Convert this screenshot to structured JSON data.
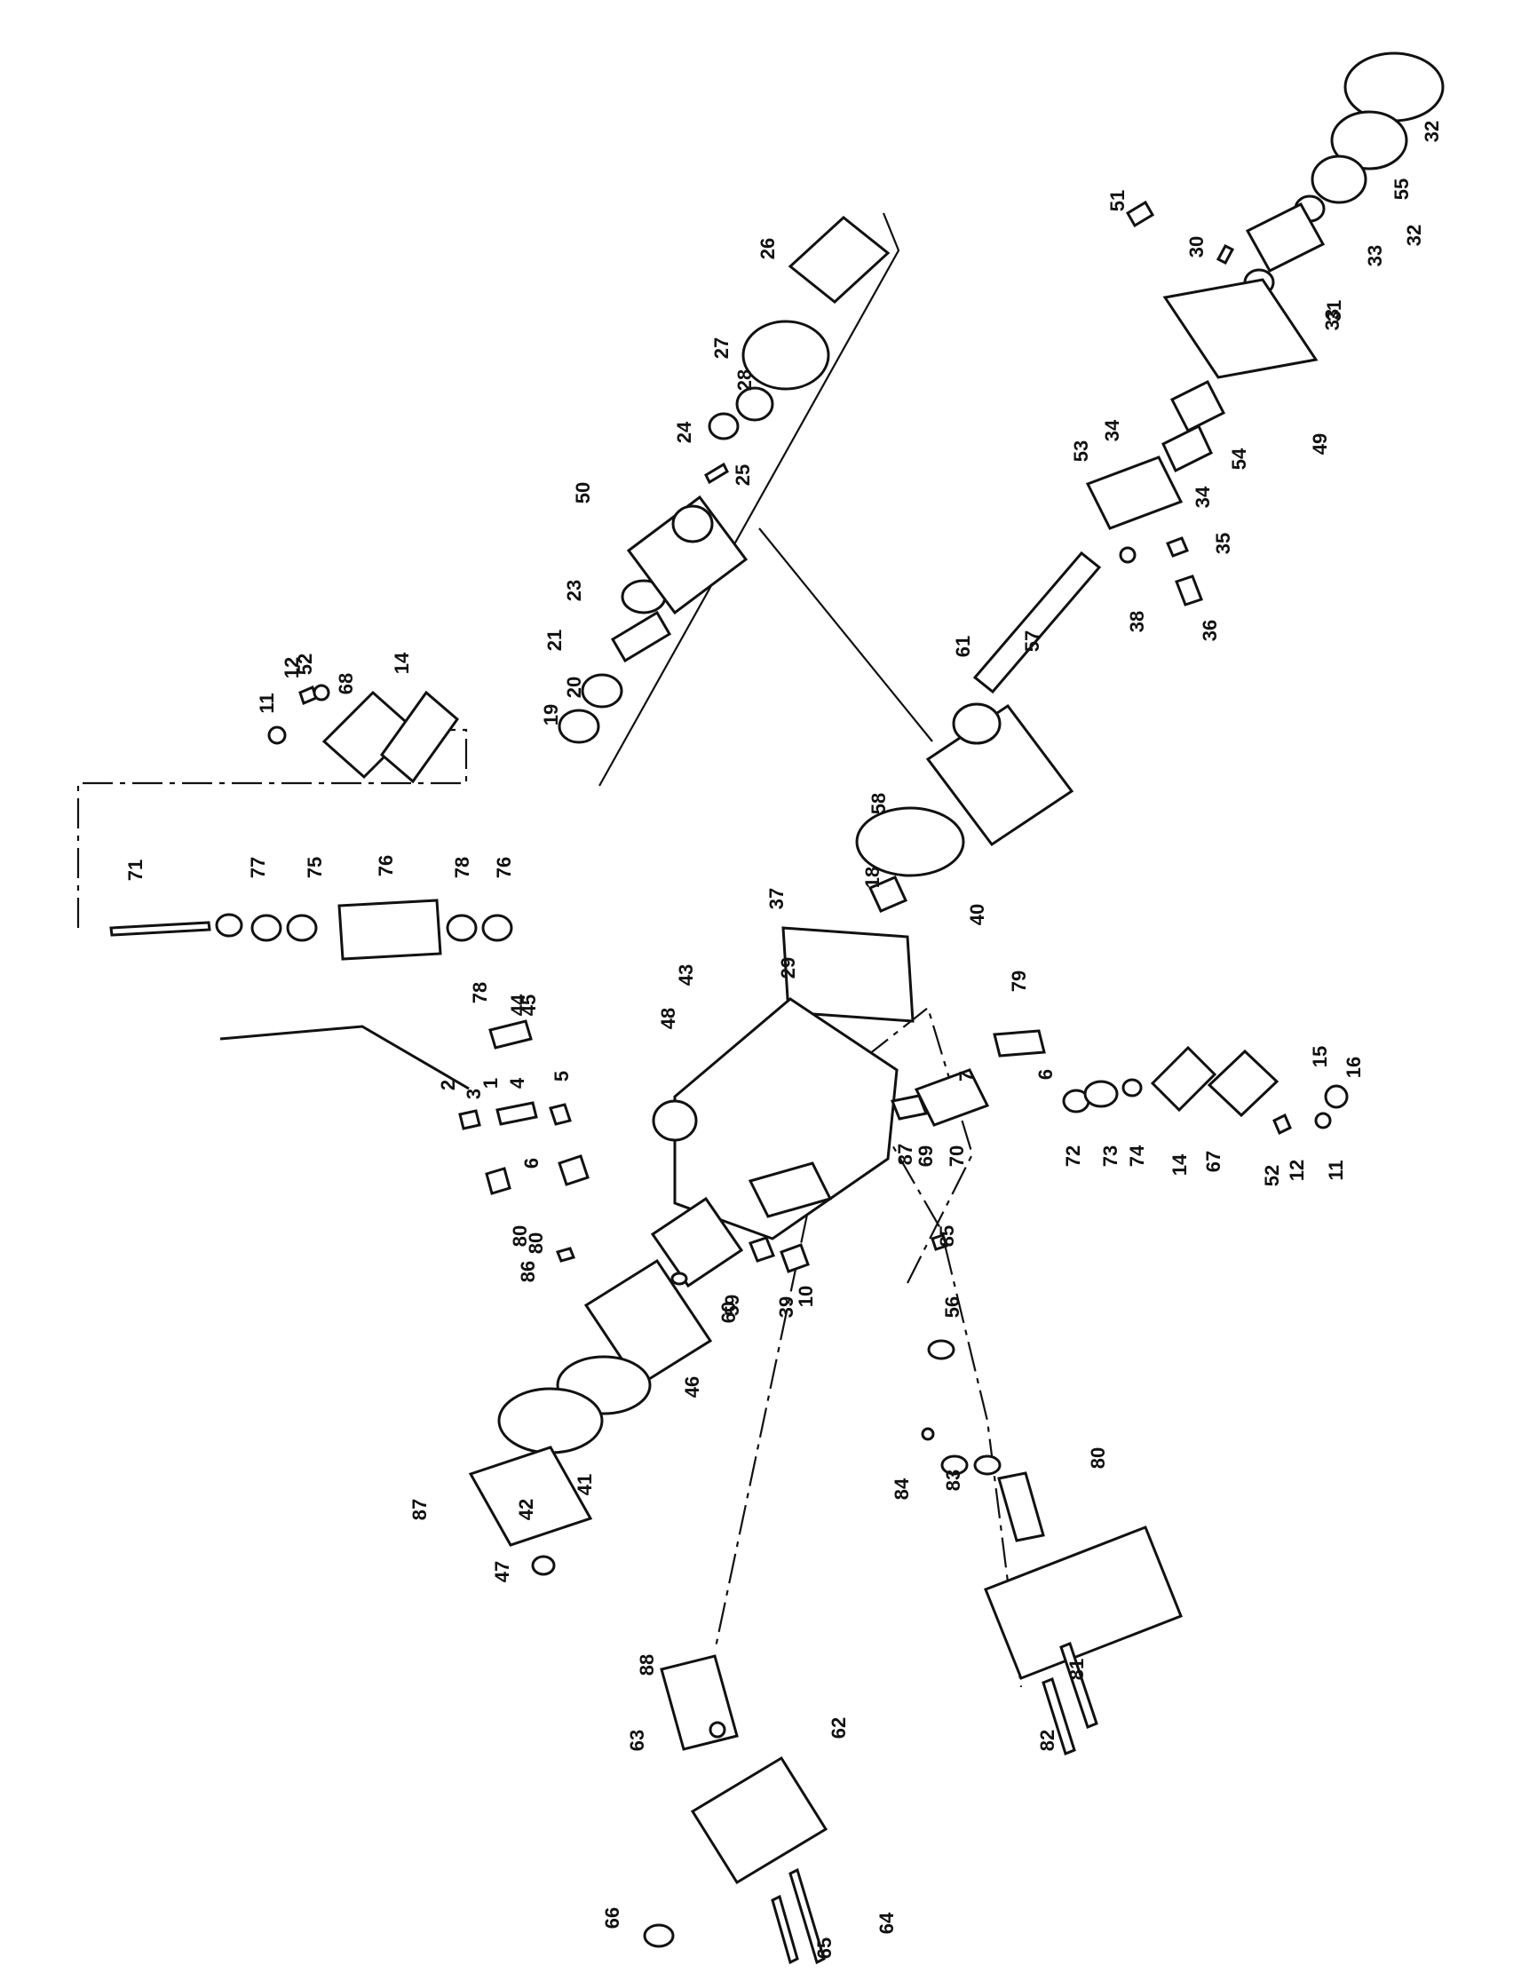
{
  "figure": {
    "style": "exploded parts diagram, black line art on white",
    "callout_numbers": [
      "1",
      "2",
      "3",
      "4",
      "5",
      "6",
      "6",
      "7",
      "10",
      "11",
      "11",
      "12",
      "12",
      "14",
      "14",
      "15",
      "16",
      "18",
      "19",
      "20",
      "21",
      "23",
      "24",
      "25",
      "26",
      "27",
      "28",
      "29",
      "30",
      "31",
      "32",
      "32",
      "33",
      "33",
      "34",
      "34",
      "35",
      "36",
      "37",
      "38",
      "39",
      "40",
      "41",
      "42",
      "43",
      "44",
      "45",
      "46",
      "47",
      "48",
      "49",
      "50",
      "51",
      "52",
      "52",
      "53",
      "54",
      "55",
      "56",
      "57",
      "58",
      "59",
      "60",
      "61",
      "62",
      "63",
      "64",
      "65",
      "66",
      "67",
      "68",
      "69",
      "70",
      "71",
      "72",
      "73",
      "74",
      "75",
      "76",
      "76",
      "77",
      "78",
      "78",
      "79",
      "80",
      "80",
      "80",
      "81",
      "82",
      "83",
      "84",
      "85",
      "86",
      "87",
      "87",
      "88",
      "89"
    ]
  },
  "colors": {
    "ink": "#111111",
    "paper": "#ffffff"
  }
}
